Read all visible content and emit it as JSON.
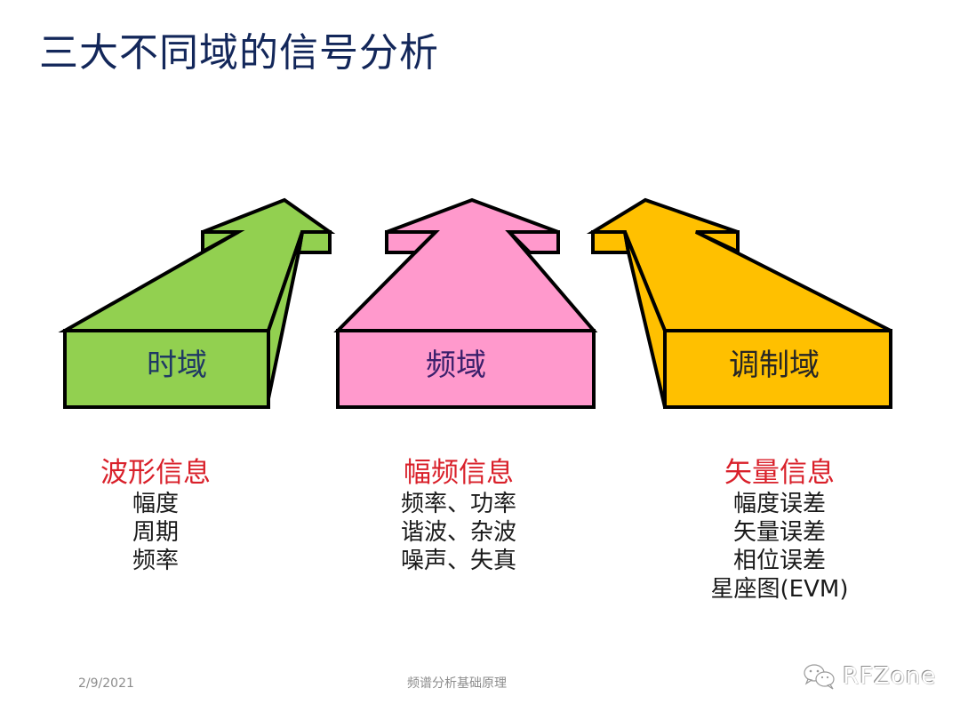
{
  "slide": {
    "title": "三大不同域的信号分析",
    "domains": [
      {
        "label": "时域",
        "fill_color": "#92d050",
        "label_color": "#1f3864",
        "info_title": "波形信息",
        "info_items": [
          "幅度",
          "周期",
          "频率"
        ]
      },
      {
        "label": "频域",
        "fill_color": "#ff99cc",
        "label_color": "#3a1f6b",
        "info_title": "幅频信息",
        "info_items": [
          "频率、功率",
          "谐波、杂波",
          "噪声、失真"
        ]
      },
      {
        "label": "调制域",
        "fill_color": "#ffc000",
        "label_color": "#262626",
        "info_title": "矢量信息",
        "info_items": [
          "幅度误差",
          "矢量误差",
          "相位误差",
          "星座图(EVM)"
        ]
      }
    ],
    "info_title_color": "#d9202a",
    "title_color": "#13275a"
  },
  "footer": {
    "date": "2/9/2021",
    "center_text": "频谱分析基础原理"
  },
  "watermark": {
    "icon": "wechat-icon",
    "text": "RFZone"
  }
}
